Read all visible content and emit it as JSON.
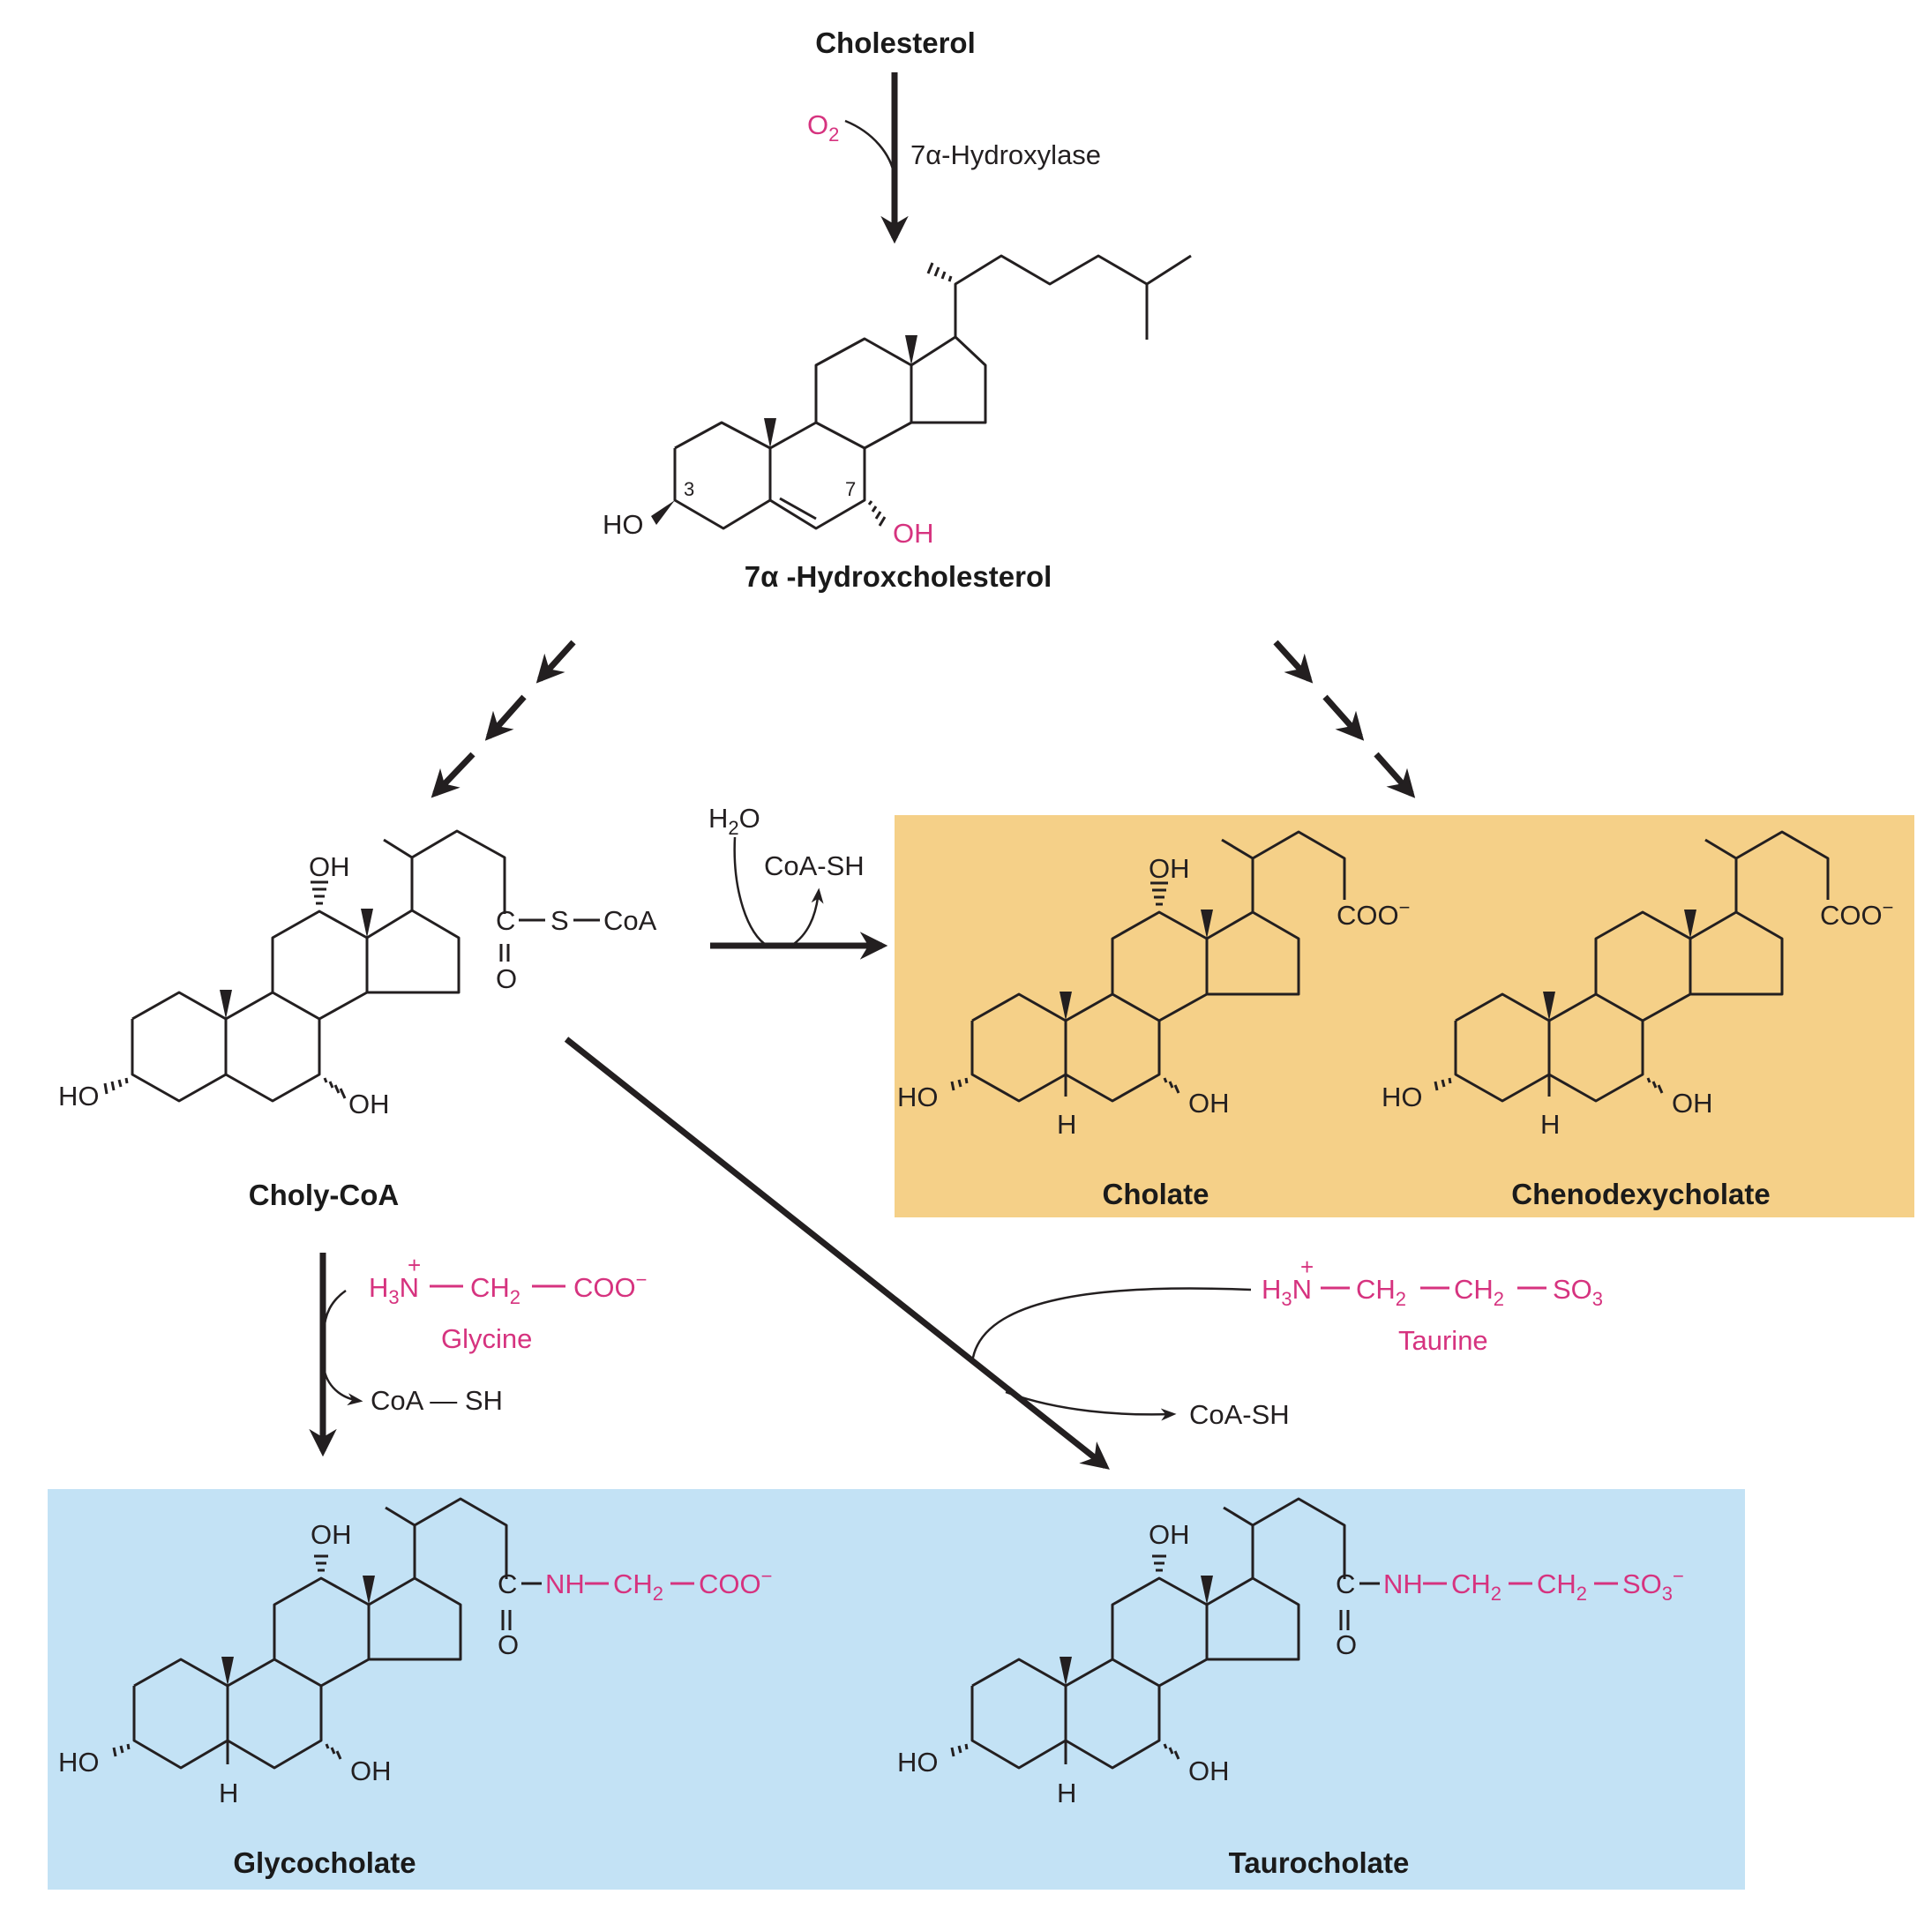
{
  "colors": {
    "orange_box": "#f5d088",
    "blue_box": "#c3e2f5",
    "magenta": "#d6337f",
    "ink": "#231f20"
  },
  "compounds": {
    "cholesterol": "Cholesterol",
    "hydroxy": "7α -Hydroxcholesterol",
    "cholycoa": "Choly-CoA",
    "cholate": "Cholate",
    "cheno": "Chenodexycholate",
    "glyco": "Glycocholate",
    "tauro": "Taurocholate"
  },
  "step1": {
    "enzyme": "7α-Hydroxylase",
    "cosubstrate": "O",
    "cosubstrate_sub": "2"
  },
  "hydrolysis": {
    "water": "H",
    "water_sub": "2",
    "water_o": "O",
    "product": "CoA-SH"
  },
  "glycine": {
    "name": "Glycine",
    "h": "H",
    "h_sub": "3",
    "n": "N",
    "plus": "+",
    "ch": "CH",
    "ch_sub": "2",
    "coo": "COO",
    "minus": "−",
    "released": "CoA — SH"
  },
  "taurine": {
    "name": "Taurine",
    "h": "H",
    "h_sub": "3",
    "n": "N",
    "plus": "+",
    "ch": "CH",
    "ch_sub": "2",
    "so": "SO",
    "so_sub": "3",
    "released": "CoA-SH"
  },
  "atoms": {
    "ho": "HO",
    "oh": "OH",
    "h": "H",
    "c": "C",
    "o": "O",
    "s": "S",
    "coa": "CoA",
    "coo": "COO",
    "minus": "−",
    "nh": "NH",
    "ch": "CH",
    "sub2": "2",
    "so": "SO",
    "sub3": "3",
    "num3": "3",
    "num7": "7"
  }
}
